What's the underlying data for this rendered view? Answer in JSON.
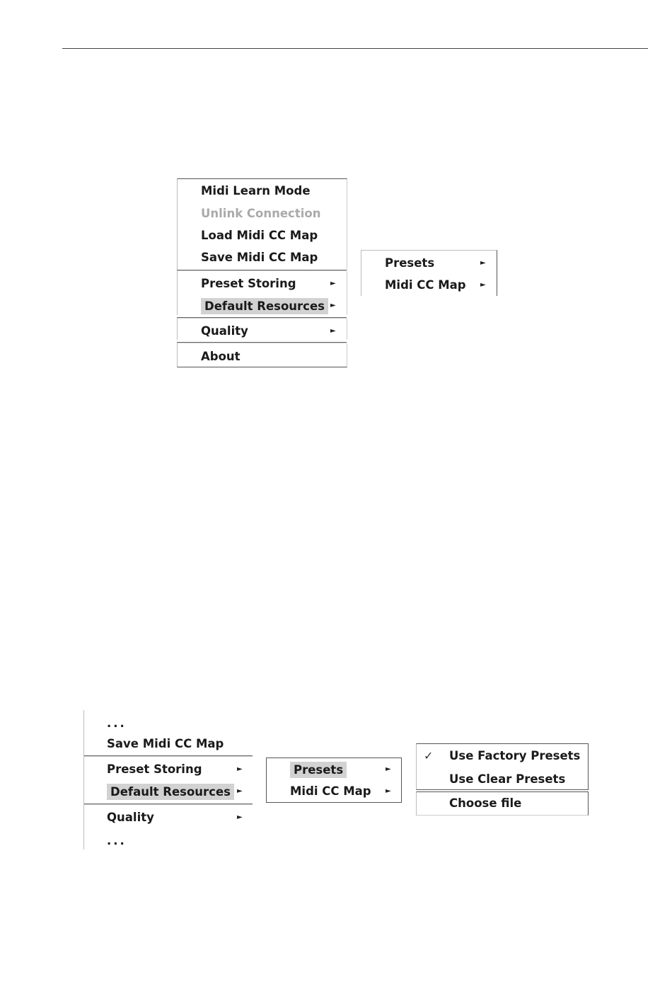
{
  "menu_top": {
    "items": [
      {
        "label": "Midi Learn Mode",
        "disabled": false
      },
      {
        "label": "Unlink Connection",
        "disabled": true
      },
      {
        "label": "Load Midi CC Map",
        "disabled": false
      },
      {
        "label": "Save Midi CC Map",
        "disabled": false
      },
      {
        "label": "Preset Storing",
        "arrow": "►"
      },
      {
        "label": "Default Resources",
        "arrow": "►",
        "highlighted": true
      },
      {
        "label": "Quality",
        "arrow": "►"
      },
      {
        "label": "About"
      }
    ]
  },
  "submenu_top": {
    "items": [
      {
        "label": "Presets",
        "arrow": "►"
      },
      {
        "label": "Midi CC Map",
        "arrow": "►"
      }
    ]
  },
  "menu_bottom": {
    "items": [
      {
        "label": "..."
      },
      {
        "label": "Save Midi CC Map"
      },
      {
        "label": "Preset Storing",
        "arrow": "►"
      },
      {
        "label": "Default Resources",
        "arrow": "►",
        "highlighted": true
      },
      {
        "label": "Quality",
        "arrow": "►"
      },
      {
        "label": "..."
      }
    ]
  },
  "submenu_bottom": {
    "items": [
      {
        "label": "Presets",
        "arrow": "►",
        "highlighted": true
      },
      {
        "label": "Midi CC Map",
        "arrow": "►"
      }
    ]
  },
  "subsubmenu_bottom": {
    "items": [
      {
        "label": "Use Factory Presets",
        "check": "✓",
        "checked": true
      },
      {
        "label": "Use Clear Presets"
      },
      {
        "label": "Choose file"
      }
    ]
  },
  "colors": {
    "highlight": "#d2d2d2",
    "disabled_text": "#aaaaaa",
    "border": "#555555"
  }
}
